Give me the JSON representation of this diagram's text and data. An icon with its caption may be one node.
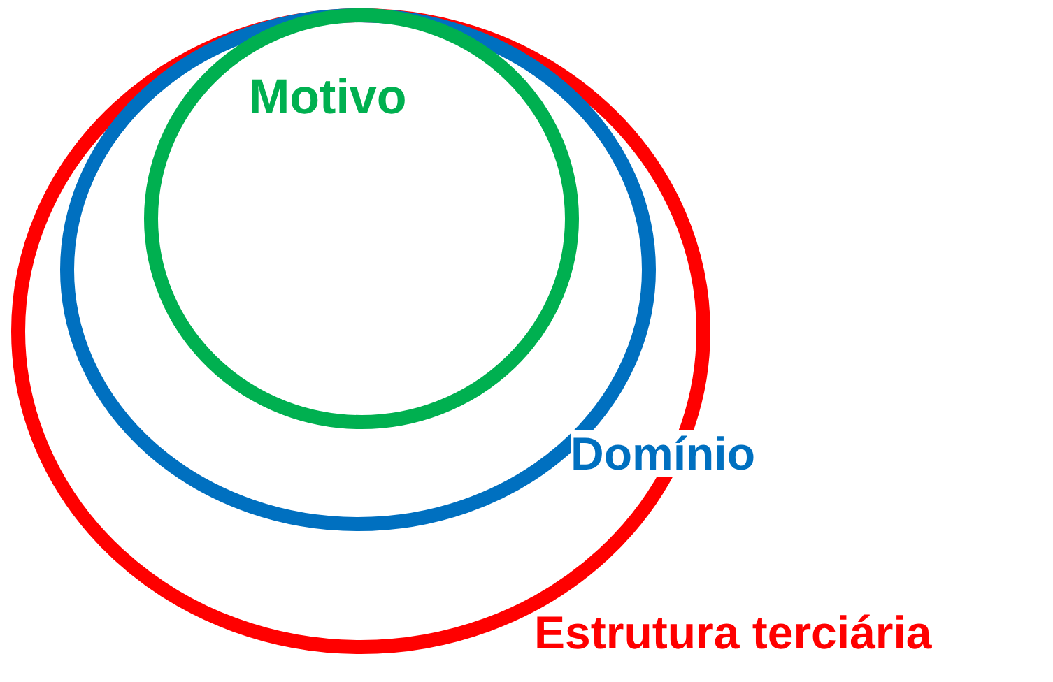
{
  "diagram": {
    "nodes": [
      {
        "text": [
          "Estrutura terciária"
        ]
      },
      {
        "text": [
          "Domínio"
        ],
        "in": 0
      },
      {
        "text": [
          "Motivo"
        ],
        "in": 1
      }
    ]
  }
}
